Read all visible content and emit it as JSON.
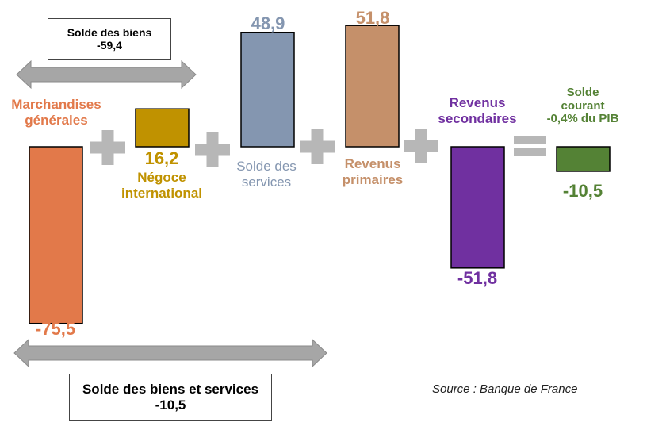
{
  "colors": {
    "marchandises": "#E2794A",
    "negoce": "#C09200",
    "services": "#8496B0",
    "primaires": "#C5906A",
    "secondaires": "#7030A0",
    "courant": "#548235",
    "operator": "#B7B7B7",
    "arrow": "#A6A6A6"
  },
  "chart_data": {
    "type": "bar",
    "subtype": "waterfall-equation",
    "categories": [
      "Marchandises générales",
      "Négoce international",
      "Solde des services",
      "Revenus primaires",
      "Revenus secondaires",
      "Solde courant"
    ],
    "values": [
      -75.5,
      16.2,
      48.9,
      51.8,
      -51.8,
      -10.5
    ],
    "value_labels": [
      "-75,5",
      "16,2",
      "48,9",
      "51,8",
      "-51,8",
      "-10,5"
    ],
    "category_labels": [
      [
        "Marchandises",
        "générales"
      ],
      [
        "Négoce",
        "international"
      ],
      [
        "Solde des",
        "services"
      ],
      [
        "Revenus",
        "primaires"
      ],
      [
        "Revenus",
        "secondaires"
      ],
      [
        "Solde",
        "courant",
        "-0,4% du PIB"
      ]
    ],
    "operators": [
      "+",
      "+",
      "+",
      "+",
      "="
    ],
    "brackets": [
      {
        "title": "Solde des biens",
        "value": "-59,4"
      },
      {
        "title": "Solde des biens et services",
        "value": "-10,5"
      }
    ]
  },
  "source": "Source : Banque de France"
}
